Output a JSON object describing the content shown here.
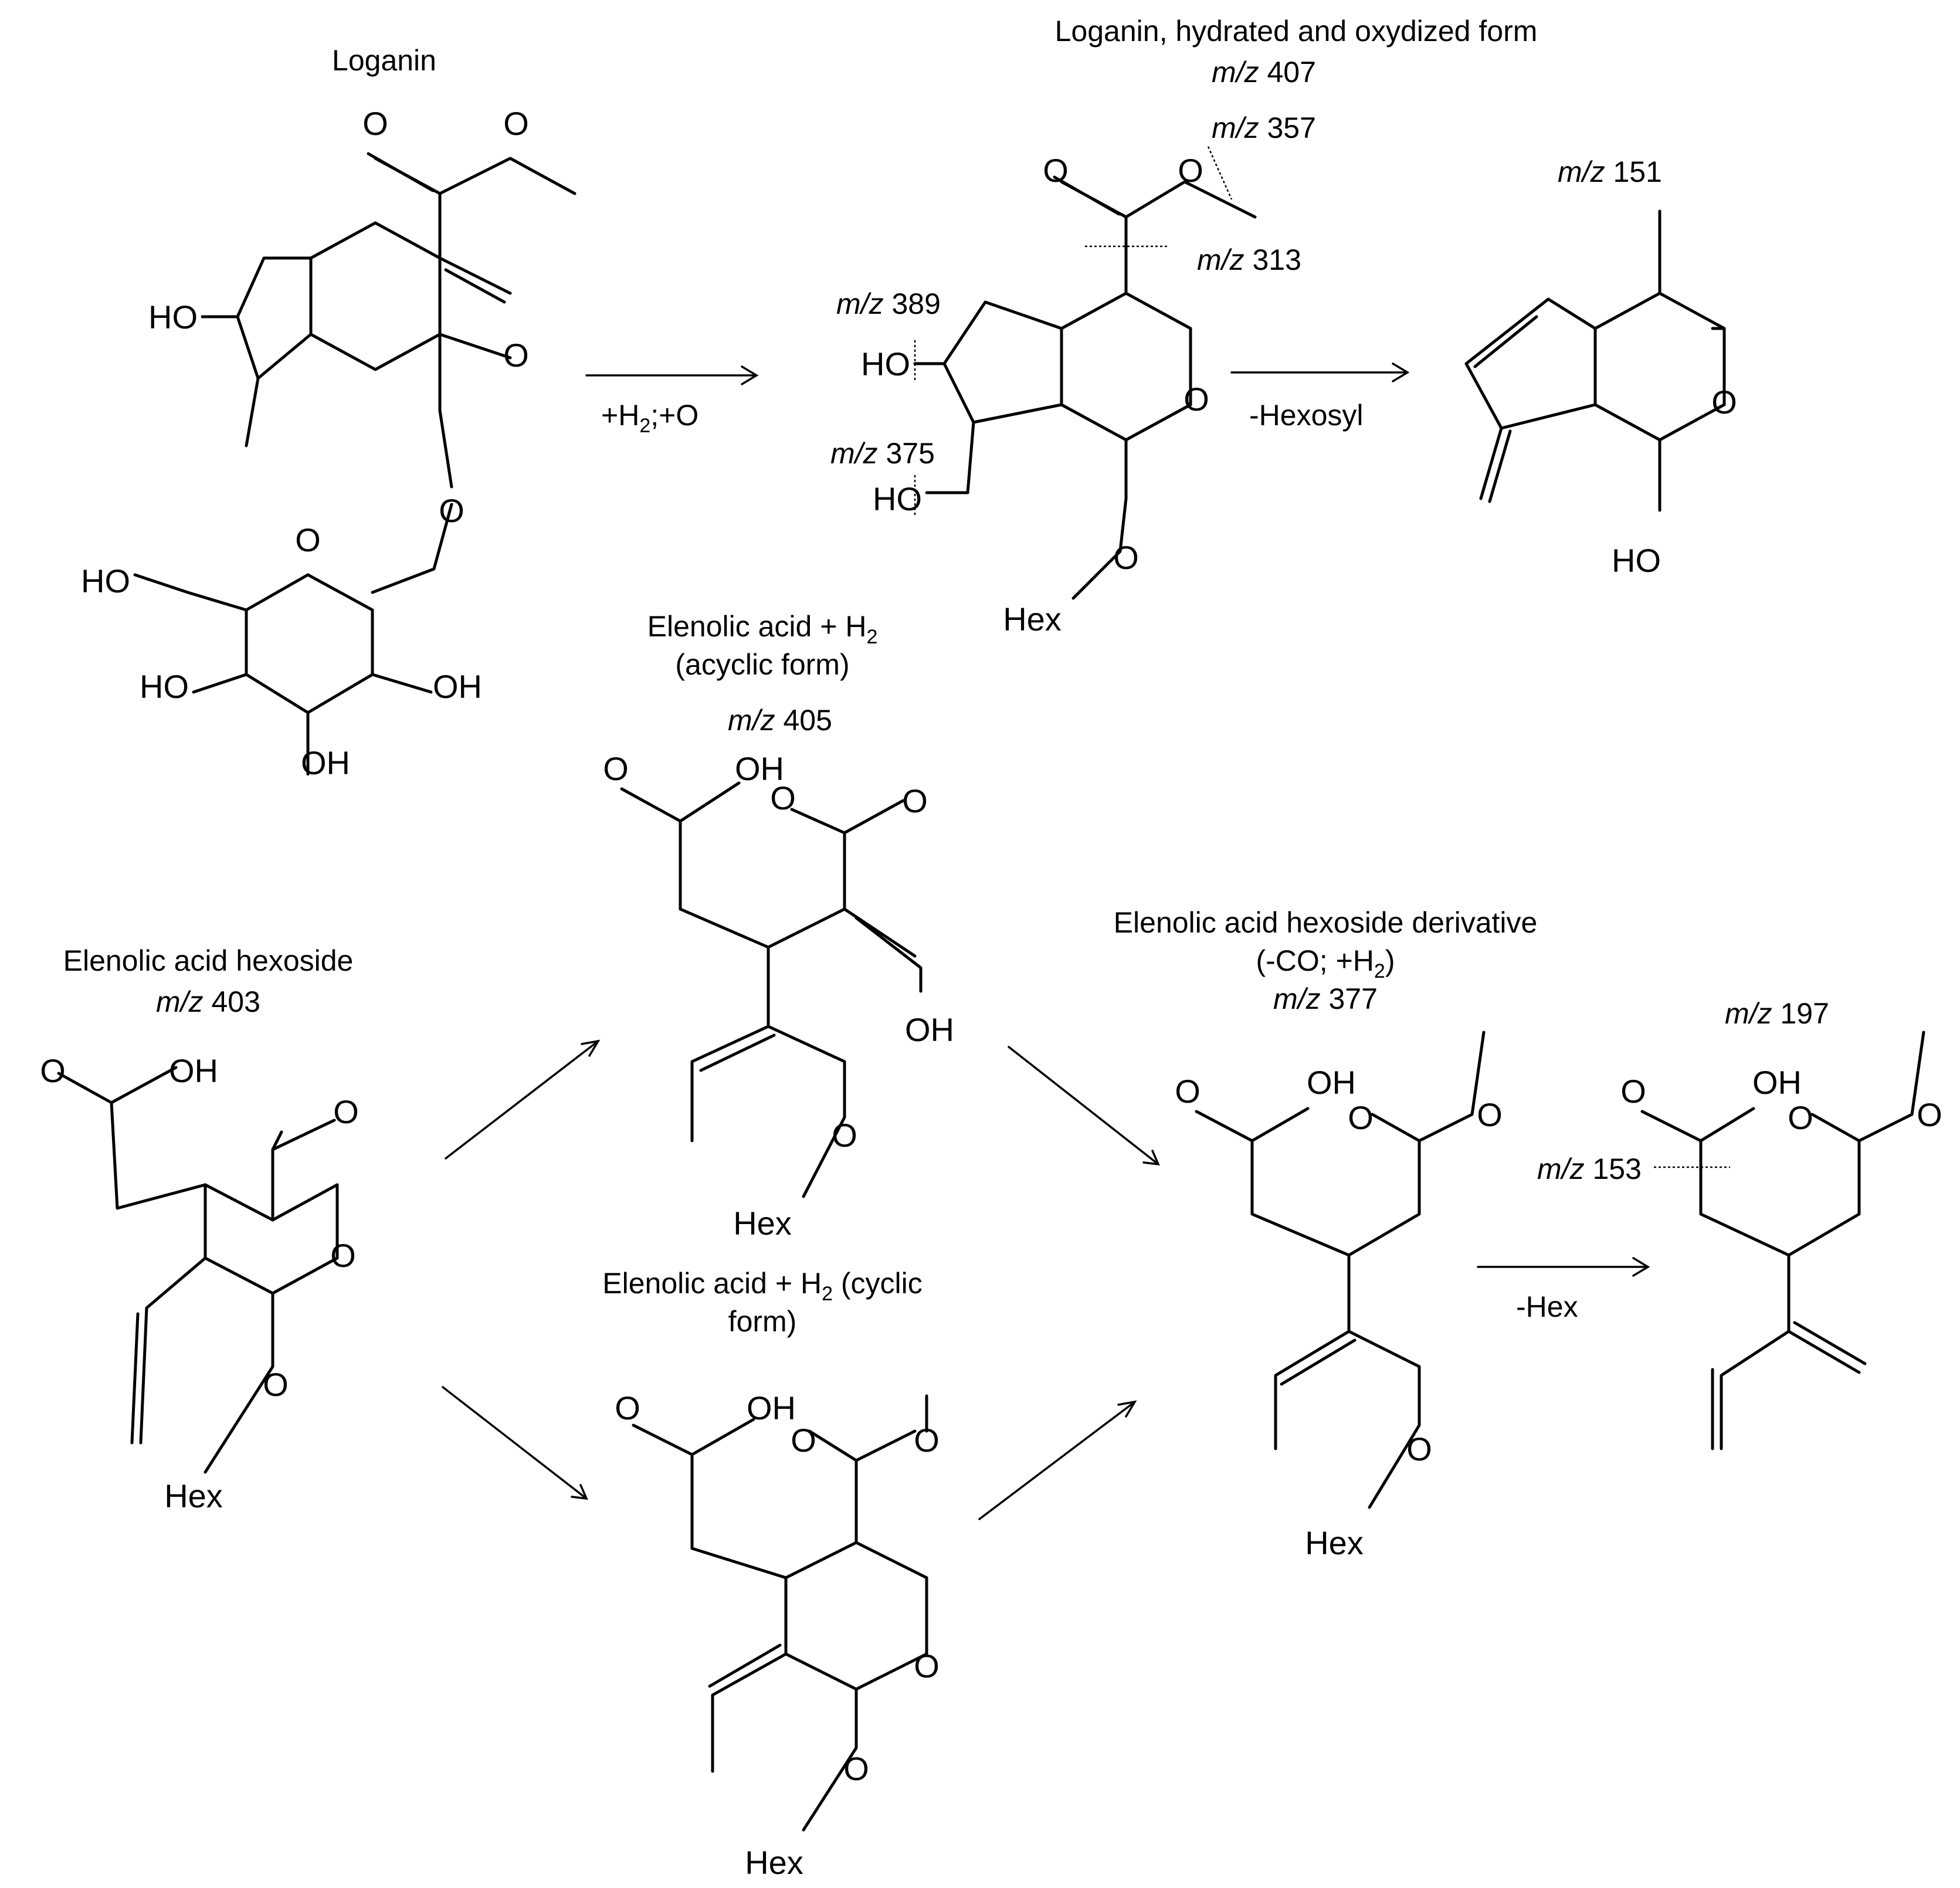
{
  "mz_prefix": "m/z",
  "titles": {
    "loganin": "Loganin",
    "loganin_hydrated": "Loganin, hydrated and oxydized form",
    "elenolic_acyclic_1": "Elenolic acid + H",
    "elenolic_acyclic_2": "(acyclic form)",
    "elenolic_hexoside": "Elenolic acid  hexoside",
    "elenolic_derivative_1": "Elenolic acid  hexoside derivative",
    "elenolic_derivative_2a": "(-CO; +H",
    "elenolic_derivative_2b": ")",
    "elenolic_cyclic_1a": "Elenolic acid + H",
    "elenolic_cyclic_1b": " (cyclic",
    "elenolic_cyclic_2": "form)",
    "subscript_2": "2"
  },
  "mz": {
    "m407": "407",
    "m357": "357",
    "m313": "313",
    "m389": "389",
    "m375": "375",
    "m151": "151",
    "m405": "405",
    "m403": "403",
    "m377": "377",
    "m197": "197",
    "m153": "153"
  },
  "arrows": {
    "loganin_to_hydrated_a": "+H",
    "loganin_to_hydrated_b": ";+O",
    "hydrated_to_151": "-Hexosyl",
    "derivative_to_197": "-Hex"
  },
  "atoms": {
    "o": "O",
    "ho": "HO",
    "oh": "OH",
    "hex": "Hex"
  }
}
